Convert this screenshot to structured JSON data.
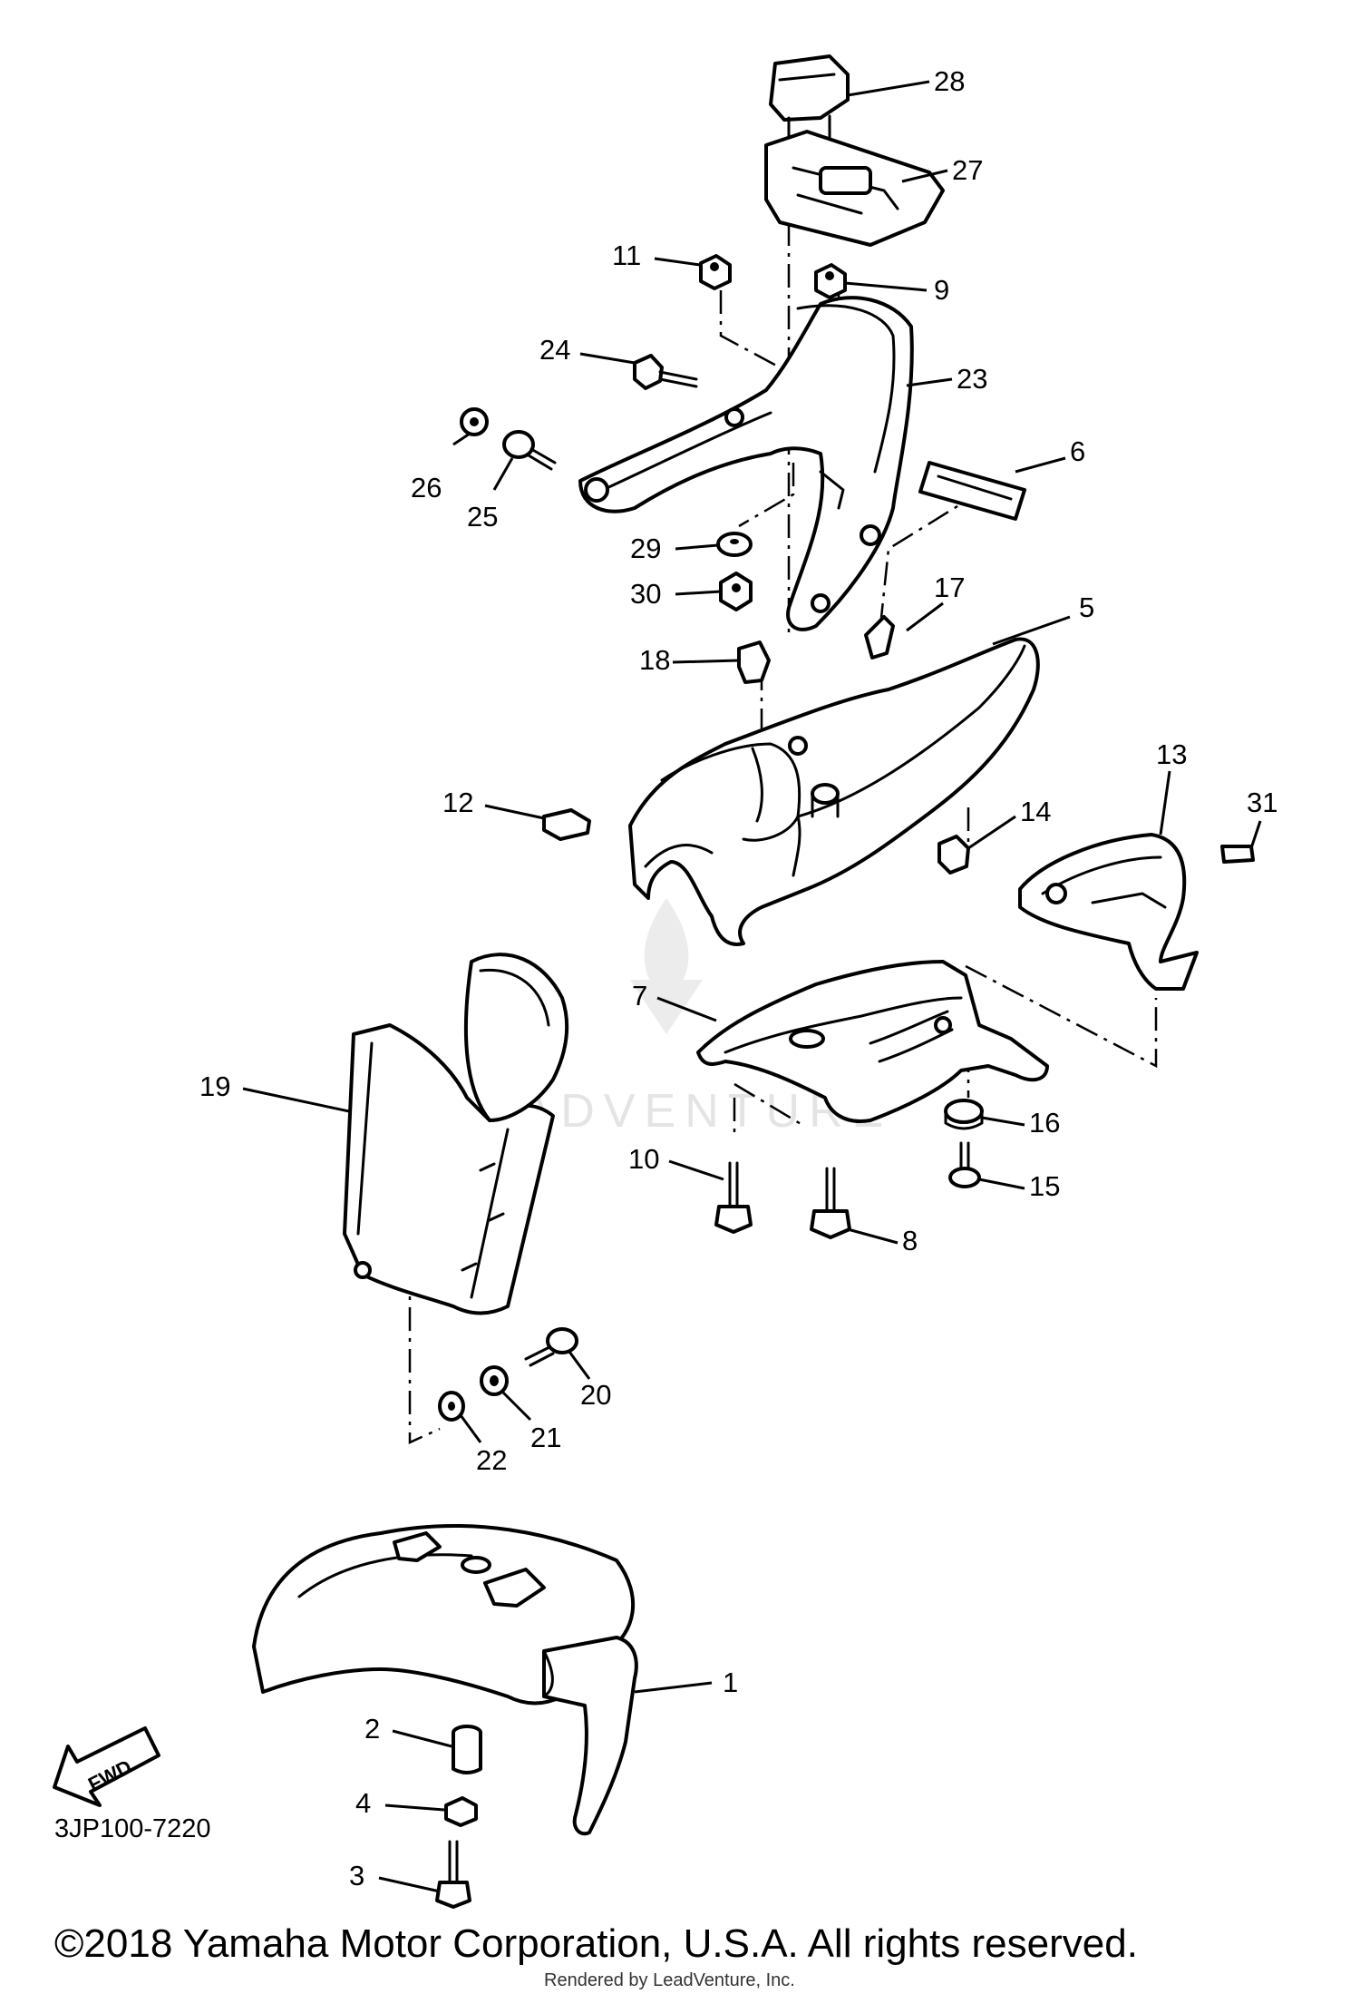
{
  "diagram": {
    "watermark": "LEADVENTURE",
    "direction_label": "FWD",
    "diagram_code": "3JP100-7220",
    "copyright": "©2018 Yamaha Motor Corporation, U.S.A. All rights reserved.",
    "rendered_by": "Rendered by LeadVenture, Inc.",
    "callouts": [
      "1",
      "2",
      "3",
      "4",
      "5",
      "6",
      "7",
      "8",
      "9",
      "10",
      "11",
      "12",
      "13",
      "14",
      "15",
      "16",
      "17",
      "18",
      "19",
      "20",
      "21",
      "22",
      "23",
      "24",
      "25",
      "26",
      "27",
      "28",
      "29",
      "30",
      "31"
    ]
  }
}
